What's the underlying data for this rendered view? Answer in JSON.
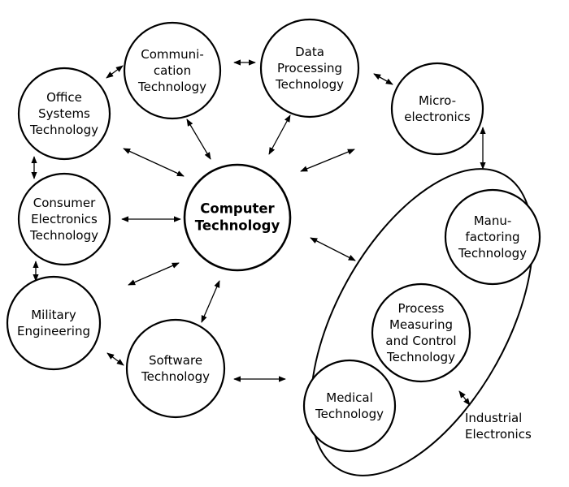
{
  "nodes": [
    {
      "id": "center",
      "lines": [
        "Computer",
        "Technology"
      ]
    },
    {
      "id": "communication",
      "lines": [
        "Communi-",
        "cation",
        "Technology"
      ]
    },
    {
      "id": "data-processing",
      "lines": [
        "Data",
        "Processing",
        "Technology"
      ]
    },
    {
      "id": "office",
      "lines": [
        "Office",
        "Systems",
        "Technology"
      ]
    },
    {
      "id": "microelectronics",
      "lines": [
        "Micro-",
        "electronics"
      ]
    },
    {
      "id": "consumer",
      "lines": [
        "Consumer",
        "Electronics",
        "Technology"
      ]
    },
    {
      "id": "military",
      "lines": [
        "Military",
        "Engineering"
      ]
    },
    {
      "id": "software",
      "lines": [
        "Software",
        "Technology"
      ]
    },
    {
      "id": "manufactoring",
      "lines": [
        "Manu-",
        "factoring",
        "Technology"
      ]
    },
    {
      "id": "process",
      "lines": [
        "Process",
        "Measuring",
        "and Control",
        "Technology"
      ]
    },
    {
      "id": "medical",
      "lines": [
        "Medical",
        "Technology"
      ]
    }
  ],
  "group_label": [
    "Industrial",
    "Electronics"
  ]
}
